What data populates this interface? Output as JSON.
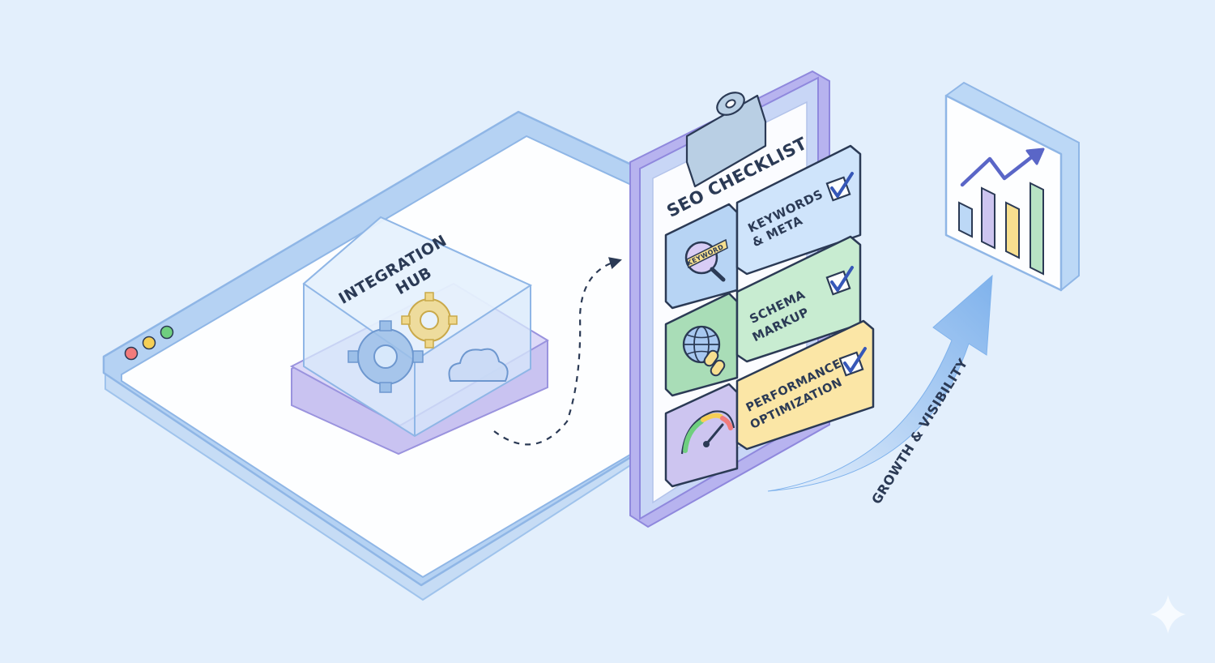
{
  "integration_hub": {
    "line1": "INTEGRATION",
    "line2": "HUB"
  },
  "checklist": {
    "title": "SEO CHECKLIST",
    "items": [
      {
        "line1": "KEYWORDS",
        "line2": "& META",
        "color": "#cfe4fb",
        "checked": true
      },
      {
        "line1": "SCHEMA",
        "line2": "MARKUP",
        "color": "#c8ecd1",
        "checked": true
      },
      {
        "line1": "PERFORMANCE",
        "line2": "OPTIMIZATION",
        "color": "#fbe6a6",
        "checked": true
      }
    ],
    "keyword_tag": "KEYWORD"
  },
  "growth": {
    "label": "GROWTH & VISIBILITY"
  },
  "colors": {
    "background": "#e3effc",
    "outline": "#2b3a55",
    "blue": "#bcd8f6",
    "purple": "#cdc5f0",
    "green": "#b8e3c4",
    "yellow": "#f7df8f",
    "window_red": "#f27b7b",
    "window_yellow": "#f5cf55",
    "window_green": "#6fcf7f"
  },
  "icons": [
    "gear-icon",
    "cloud-icon",
    "magnifier-icon",
    "globe-icon",
    "link-icon",
    "gauge-icon",
    "checkmark-icon",
    "trend-arrow-icon",
    "sparkle-icon"
  ]
}
